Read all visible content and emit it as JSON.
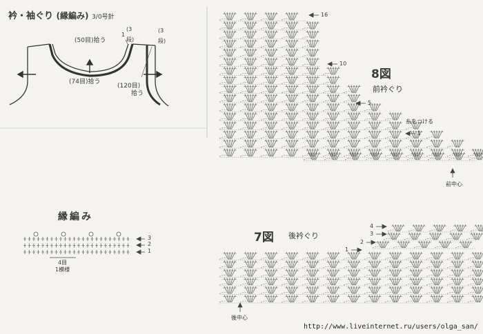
{
  "section1": {
    "title": "衿・袖ぐり",
    "title_paren": "(縁編み)",
    "needle": "3/0号針",
    "label_50": "(50目)拾う",
    "label_74": "(74目)拾う",
    "label_120": "(120目)",
    "label_120b": "拾う",
    "rows_3a": "(3",
    "rows_3a2": "段)",
    "rows_1": "1",
    "rows_3b": "(3",
    "rows_3b2": "段)"
  },
  "section2": {
    "title": "縁編み",
    "row_3": "3",
    "row_2": "2",
    "row_1": "1",
    "repeat_count": "4目",
    "repeat_label": "1模様"
  },
  "fig8": {
    "title": "8図",
    "subtitle": "前衿ぐり",
    "row_16": "16",
    "row_10": "10",
    "row_5": "5",
    "row_1": "1",
    "attach_yarn": "糸をつける",
    "center": "前中心"
  },
  "fig7": {
    "title": "7図",
    "subtitle": "後衿ぐり",
    "row_4": "4",
    "row_3": "3",
    "row_2": "2",
    "row_1": "1",
    "center": "後中心"
  },
  "footer": {
    "url": "http://www.liveinternet.ru/users/olga_san/"
  },
  "colors": {
    "ink": "#3a3a3a",
    "background": "#f4f3ef"
  }
}
